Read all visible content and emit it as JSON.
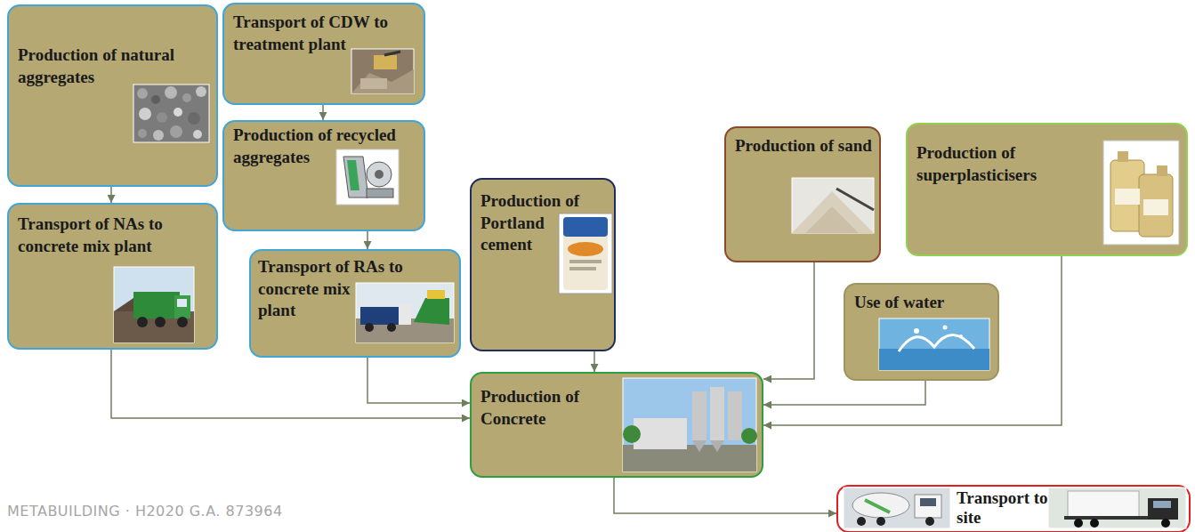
{
  "diagram": {
    "nodes": [
      {
        "text": [
          "Production of natural aggregates"
        ]
      },
      {
        "text": [
          "Transport of NAs to concrete mix plant"
        ]
      },
      {
        "text": [
          "Transport of CDW to treatment plant"
        ]
      },
      {
        "text": [
          "Production of recycled aggregates"
        ]
      },
      {
        "text": [
          "Transport of RAs to concrete mix plant"
        ]
      },
      {
        "text": [
          "Production of Portland cement"
        ]
      },
      {
        "text": [
          "Production of sand"
        ]
      },
      {
        "text": [
          "Production of superplasticisers"
        ]
      },
      {
        "text": [
          "Use of water"
        ]
      },
      {
        "text": [
          "Production of Concrete"
        ]
      },
      {
        "text": [
          "Transport to site"
        ]
      }
    ],
    "edges": [
      {
        "from": 0,
        "to": 1,
        "arrow": "to"
      },
      {
        "from": 2,
        "to": 3,
        "arrow": "to"
      },
      {
        "from": 3,
        "to": 4,
        "arrow": "to"
      },
      {
        "from": 1,
        "to": 9,
        "arrow": "to"
      },
      {
        "from": 4,
        "to": 9,
        "arrow": "to"
      },
      {
        "from": 5,
        "to": 9,
        "arrow": "to"
      },
      {
        "from": 6,
        "to": 9,
        "arrow": "to"
      },
      {
        "from": 8,
        "to": 9,
        "arrow": "to"
      },
      {
        "from": 7,
        "to": 9,
        "arrow": "to"
      },
      {
        "from": 9,
        "to": 10,
        "arrow": "to"
      }
    ],
    "labels": [
      "METABUILDING · H2020 G.A. 873964"
    ]
  }
}
